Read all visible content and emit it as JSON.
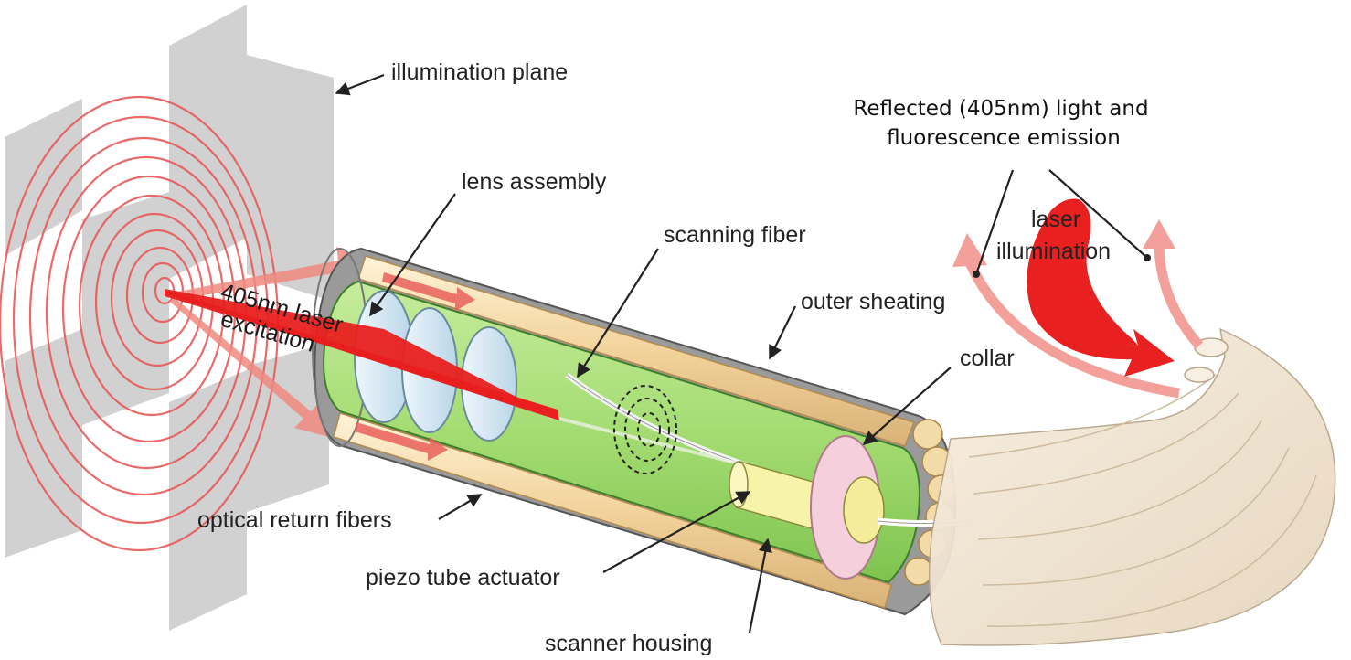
{
  "labels": {
    "illumination_plane": "illumination plane",
    "lens_assembly": "lens assembly",
    "scanning_fiber": "scanning fiber",
    "outer_sheating": "outer sheating",
    "collar": "collar",
    "optical_return_fibers": "optical return fibers",
    "piezo_tube_actuator": "piezo tube actuator",
    "scanner_housing": "scanner housing",
    "laser_excitation_line1": "405nm laser",
    "laser_excitation_line2": "excitation",
    "laser_illumination_line1": "laser",
    "laser_illumination_line2": "illumination",
    "reflected_line1": "Reflected (405nm) light and",
    "reflected_line2": "fluorescence emission"
  },
  "colors": {
    "laser_red": "#e8201f",
    "return_pink": "#f4a09a",
    "plane_gray": "#c9c9c9",
    "spiral_red": "#e85a5a",
    "inner_green": "#9bd86a",
    "fiber_tan": "#f2d9a6",
    "housing_gray": "#8a8a8a",
    "collar_pink": "#f4c9d6"
  }
}
